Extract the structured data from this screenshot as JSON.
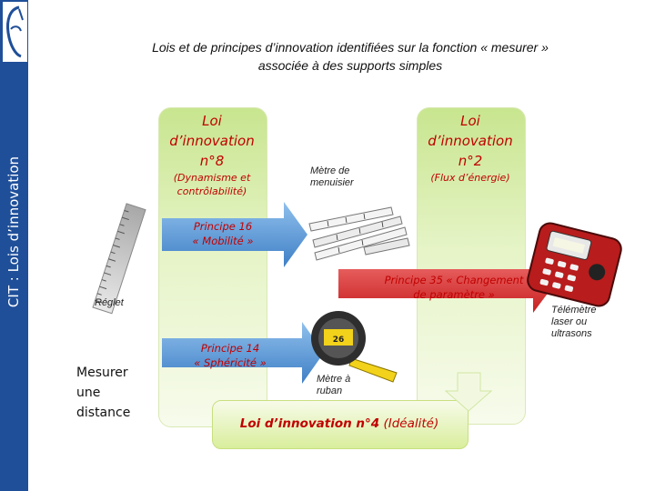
{
  "sidebar": {
    "title": "CIT : Lois d’innovation"
  },
  "header": {
    "title_line1": "Lois et de principes d’innovation identifiées sur la fonction « mesurer »",
    "title_line2": "associée à des supports simples"
  },
  "laws": {
    "law8": {
      "title_line1": "Loi",
      "title_line2": "d’innovation",
      "title_line3": "n°8",
      "subtitle_line1": "(Dynamisme et",
      "subtitle_line2": "contrôlabilité)"
    },
    "law2": {
      "title_line1": "Loi",
      "title_line2": "d’innovation",
      "title_line3": "n°2",
      "subtitle": "(Flux d’énergie)"
    },
    "law4": {
      "title": "Loi d’innovation n°4",
      "subtitle": "(Idéalité)"
    }
  },
  "principles": {
    "p16": {
      "line1": "Principe 16",
      "line2": "« Mobilité »"
    },
    "p35": {
      "line1": "Principe 35 « Changement",
      "line2": "de paramètre »"
    },
    "p14": {
      "line1": "Principe 14",
      "line2": "« Sphéricité »"
    }
  },
  "labels": {
    "reglet": "Réglet",
    "metre_menuisier_line1": "Mètre de",
    "metre_menuisier_line2": "menuisier",
    "metre_ruban_line1": "Mètre à",
    "metre_ruban_line2": "ruban",
    "telemetre_line1": "Télémètre",
    "telemetre_line2": "laser ou",
    "telemetre_line3": "ultrasons"
  },
  "function_label": {
    "line1": "Mesurer",
    "line2": "une",
    "line3": "distance"
  },
  "colors": {
    "sidebar": "#1f4f99",
    "law_text": "#c00000",
    "arrow": "#5b9bd5",
    "arrow_red": "#e0322e"
  }
}
